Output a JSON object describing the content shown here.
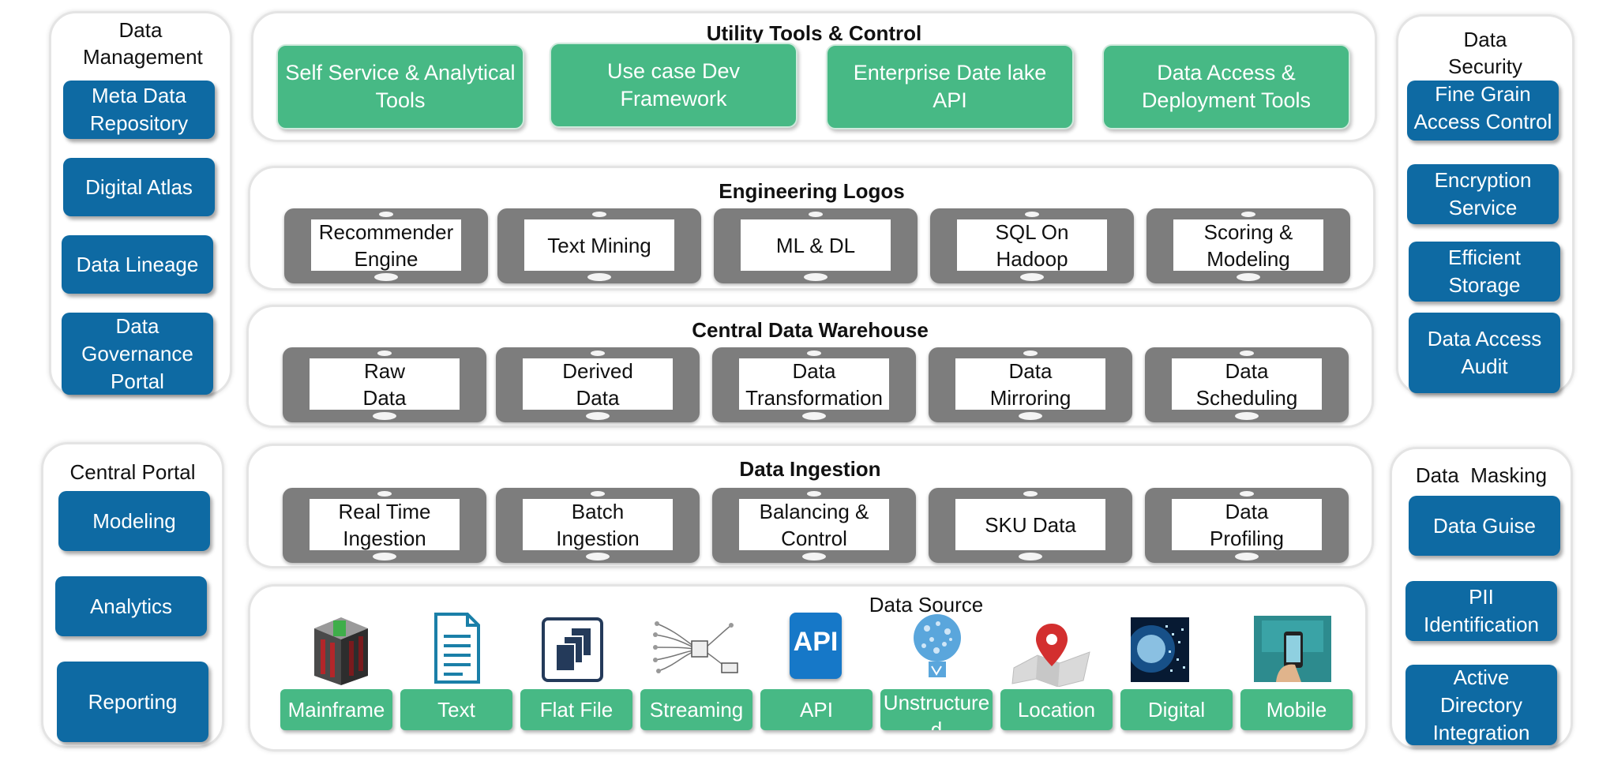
{
  "data_management": {
    "title": "Data Management",
    "items": [
      "Meta Data Repository",
      "Digital Atlas",
      "Data Lineage",
      "Data Governance Portal"
    ]
  },
  "central_portal": {
    "title": "Central Portal",
    "items": [
      "Modeling",
      "Analytics",
      "Reporting"
    ]
  },
  "utility_tools": {
    "title": "Utility Tools & Control",
    "items": [
      "Self Service & Analytical Tools",
      "Use case Dev Framework",
      "Enterprise Date lake API",
      "Data Access & Deployment Tools"
    ]
  },
  "engineering_logos": {
    "title": "Engineering  Logos",
    "items": [
      "Recommender Engine",
      "Text Mining",
      "ML & DL",
      "SQL On Hadoop",
      "Scoring & Modeling"
    ]
  },
  "central_dw": {
    "title": "Central Data Warehouse",
    "items": [
      "Raw Data",
      "Derived Data",
      "Data Transformation",
      "Data Mirroring",
      "Data Scheduling"
    ]
  },
  "data_ingestion": {
    "title": "Data Ingestion",
    "items": [
      "Real Time Ingestion",
      "Batch Ingestion",
      "Balancing & Control",
      "SKU Data",
      "Data Profiling"
    ]
  },
  "data_source": {
    "title": "Data Source",
    "items": [
      "Mainframe",
      "Text",
      "Flat File",
      "Streaming",
      "API",
      "Unstructured",
      "Location",
      "Digital",
      "Mobile"
    ],
    "api_icon_text": "API"
  },
  "data_security": {
    "title": "Data Security",
    "items": [
      "Fine Grain Access Control",
      "Encryption Service",
      "Efficient Storage",
      "Data Access Audit"
    ]
  },
  "data_masking": {
    "title": "Data  Masking",
    "items": [
      "Data Guise",
      "PII Identification",
      "Active Directory Integration"
    ]
  },
  "colors": {
    "blue": "#0e6aa3",
    "green": "#47b985",
    "tablet_gray": "#7d7d7d"
  }
}
